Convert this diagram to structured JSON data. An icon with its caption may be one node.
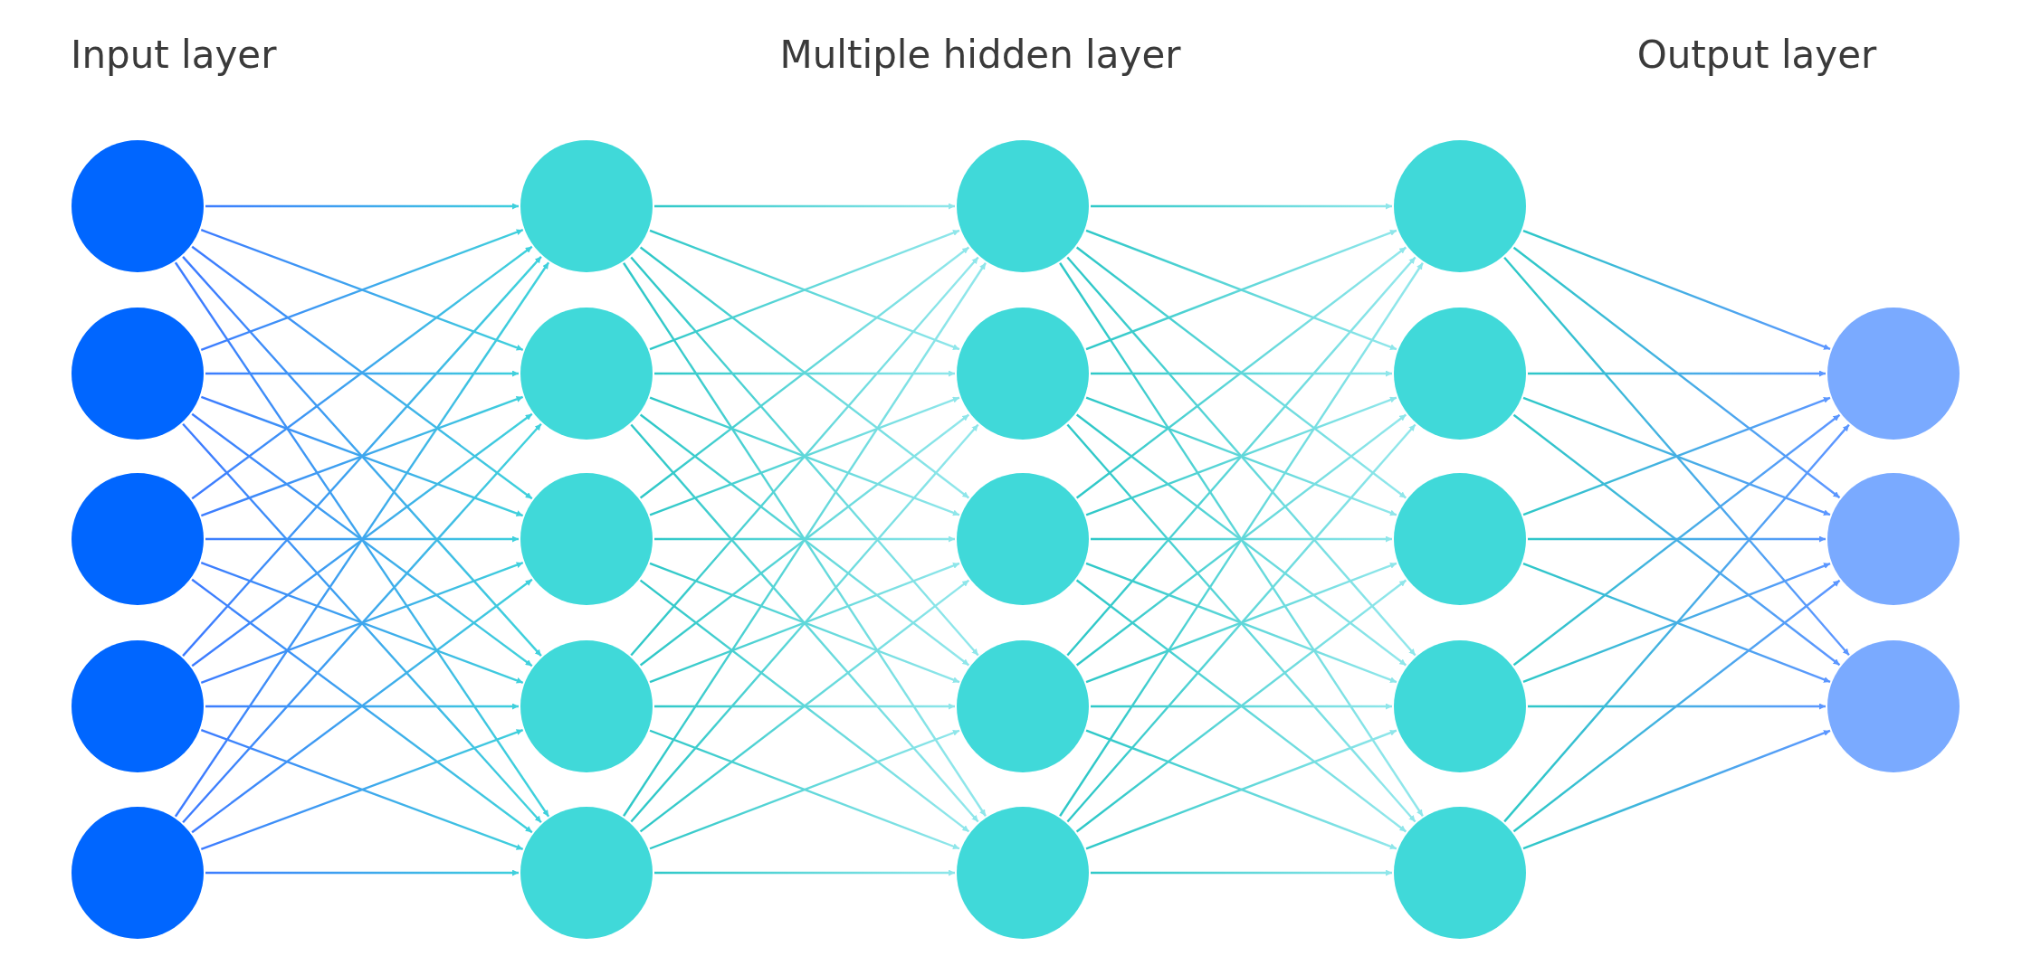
{
  "diagram": {
    "nodes": [
      {
        "text": [],
        "shape": "circle"
      },
      {
        "text": [],
        "shape": "circle"
      },
      {
        "text": [],
        "shape": "circle"
      },
      {
        "text": [],
        "shape": "circle"
      },
      {
        "text": [],
        "shape": "circle"
      },
      {
        "text": [],
        "shape": "circle"
      },
      {
        "text": [],
        "shape": "circle"
      },
      {
        "text": [],
        "shape": "circle"
      },
      {
        "text": [],
        "shape": "circle"
      },
      {
        "text": [],
        "shape": "circle"
      },
      {
        "text": [],
        "shape": "circle"
      },
      {
        "text": [],
        "shape": "circle"
      },
      {
        "text": [],
        "shape": "circle"
      },
      {
        "text": [],
        "shape": "circle"
      },
      {
        "text": [],
        "shape": "circle"
      },
      {
        "text": [],
        "shape": "circle"
      },
      {
        "text": [],
        "shape": "circle"
      },
      {
        "text": [],
        "shape": "circle"
      },
      {
        "text": [],
        "shape": "circle"
      },
      {
        "text": [],
        "shape": "circle"
      },
      {
        "text": [],
        "shape": "circle"
      },
      {
        "text": [],
        "shape": "circle"
      },
      {
        "text": [],
        "shape": "circle"
      }
    ],
    "edges": [
      {
        "from": 0,
        "to": 5,
        "arrow": "to"
      },
      {
        "from": 0,
        "to": 6,
        "arrow": "to"
      },
      {
        "from": 0,
        "to": 7,
        "arrow": "to"
      },
      {
        "from": 0,
        "to": 8,
        "arrow": "to"
      },
      {
        "from": 0,
        "to": 9,
        "arrow": "to"
      },
      {
        "from": 1,
        "to": 5,
        "arrow": "to"
      },
      {
        "from": 1,
        "to": 6,
        "arrow": "to"
      },
      {
        "from": 1,
        "to": 7,
        "arrow": "to"
      },
      {
        "from": 1,
        "to": 8,
        "arrow": "to"
      },
      {
        "from": 1,
        "to": 9,
        "arrow": "to"
      },
      {
        "from": 2,
        "to": 5,
        "arrow": "to"
      },
      {
        "from": 2,
        "to": 6,
        "arrow": "to"
      },
      {
        "from": 2,
        "to": 7,
        "arrow": "to"
      },
      {
        "from": 2,
        "to": 8,
        "arrow": "to"
      },
      {
        "from": 2,
        "to": 9,
        "arrow": "to"
      },
      {
        "from": 3,
        "to": 5,
        "arrow": "to"
      },
      {
        "from": 3,
        "to": 6,
        "arrow": "to"
      },
      {
        "from": 3,
        "to": 7,
        "arrow": "to"
      },
      {
        "from": 3,
        "to": 8,
        "arrow": "to"
      },
      {
        "from": 3,
        "to": 9,
        "arrow": "to"
      },
      {
        "from": 4,
        "to": 5,
        "arrow": "to"
      },
      {
        "from": 4,
        "to": 6,
        "arrow": "to"
      },
      {
        "from": 4,
        "to": 7,
        "arrow": "to"
      },
      {
        "from": 4,
        "to": 8,
        "arrow": "to"
      },
      {
        "from": 4,
        "to": 9,
        "arrow": "to"
      },
      {
        "from": 5,
        "to": 10,
        "arrow": "to"
      },
      {
        "from": 5,
        "to": 11,
        "arrow": "to"
      },
      {
        "from": 5,
        "to": 12,
        "arrow": "to"
      },
      {
        "from": 5,
        "to": 13,
        "arrow": "to"
      },
      {
        "from": 5,
        "to": 14,
        "arrow": "to"
      },
      {
        "from": 6,
        "to": 10,
        "arrow": "to"
      },
      {
        "from": 6,
        "to": 11,
        "arrow": "to"
      },
      {
        "from": 6,
        "to": 12,
        "arrow": "to"
      },
      {
        "from": 6,
        "to": 13,
        "arrow": "to"
      },
      {
        "from": 6,
        "to": 14,
        "arrow": "to"
      },
      {
        "from": 7,
        "to": 10,
        "arrow": "to"
      },
      {
        "from": 7,
        "to": 11,
        "arrow": "to"
      },
      {
        "from": 7,
        "to": 12,
        "arrow": "to"
      },
      {
        "from": 7,
        "to": 13,
        "arrow": "to"
      },
      {
        "from": 7,
        "to": 14,
        "arrow": "to"
      },
      {
        "from": 8,
        "to": 10,
        "arrow": "to"
      },
      {
        "from": 8,
        "to": 11,
        "arrow": "to"
      },
      {
        "from": 8,
        "to": 12,
        "arrow": "to"
      },
      {
        "from": 8,
        "to": 13,
        "arrow": "to"
      },
      {
        "from": 8,
        "to": 14,
        "arrow": "to"
      },
      {
        "from": 9,
        "to": 10,
        "arrow": "to"
      },
      {
        "from": 9,
        "to": 11,
        "arrow": "to"
      },
      {
        "from": 9,
        "to": 12,
        "arrow": "to"
      },
      {
        "from": 9,
        "to": 13,
        "arrow": "to"
      },
      {
        "from": 9,
        "to": 14,
        "arrow": "to"
      },
      {
        "from": 10,
        "to": 15,
        "arrow": "to"
      },
      {
        "from": 10,
        "to": 16,
        "arrow": "to"
      },
      {
        "from": 10,
        "to": 17,
        "arrow": "to"
      },
      {
        "from": 10,
        "to": 18,
        "arrow": "to"
      },
      {
        "from": 10,
        "to": 19,
        "arrow": "to"
      },
      {
        "from": 11,
        "to": 15,
        "arrow": "to"
      },
      {
        "from": 11,
        "to": 16,
        "arrow": "to"
      },
      {
        "from": 11,
        "to": 17,
        "arrow": "to"
      },
      {
        "from": 11,
        "to": 18,
        "arrow": "to"
      },
      {
        "from": 11,
        "to": 19,
        "arrow": "to"
      },
      {
        "from": 12,
        "to": 15,
        "arrow": "to"
      },
      {
        "from": 12,
        "to": 16,
        "arrow": "to"
      },
      {
        "from": 12,
        "to": 17,
        "arrow": "to"
      },
      {
        "from": 12,
        "to": 18,
        "arrow": "to"
      },
      {
        "from": 12,
        "to": 19,
        "arrow": "to"
      },
      {
        "from": 13,
        "to": 15,
        "arrow": "to"
      },
      {
        "from": 13,
        "to": 16,
        "arrow": "to"
      },
      {
        "from": 13,
        "to": 17,
        "arrow": "to"
      },
      {
        "from": 13,
        "to": 18,
        "arrow": "to"
      },
      {
        "from": 13,
        "to": 19,
        "arrow": "to"
      },
      {
        "from": 14,
        "to": 15,
        "arrow": "to"
      },
      {
        "from": 14,
        "to": 16,
        "arrow": "to"
      },
      {
        "from": 14,
        "to": 17,
        "arrow": "to"
      },
      {
        "from": 14,
        "to": 18,
        "arrow": "to"
      },
      {
        "from": 14,
        "to": 19,
        "arrow": "to"
      },
      {
        "from": 15,
        "to": 20,
        "arrow": "to"
      },
      {
        "from": 15,
        "to": 21,
        "arrow": "to"
      },
      {
        "from": 15,
        "to": 22,
        "arrow": "to"
      },
      {
        "from": 16,
        "to": 20,
        "arrow": "to"
      },
      {
        "from": 16,
        "to": 21,
        "arrow": "to"
      },
      {
        "from": 16,
        "to": 22,
        "arrow": "to"
      },
      {
        "from": 17,
        "to": 20,
        "arrow": "to"
      },
      {
        "from": 17,
        "to": 21,
        "arrow": "to"
      },
      {
        "from": 17,
        "to": 22,
        "arrow": "to"
      },
      {
        "from": 18,
        "to": 20,
        "arrow": "to"
      },
      {
        "from": 18,
        "to": 21,
        "arrow": "to"
      },
      {
        "from": 18,
        "to": 22,
        "arrow": "to"
      },
      {
        "from": 19,
        "to": 20,
        "arrow": "to"
      },
      {
        "from": 19,
        "to": 21,
        "arrow": "to"
      },
      {
        "from": 19,
        "to": 22,
        "arrow": "to"
      }
    ],
    "labels": [
      "Input layer",
      "Multiple hidden layer",
      "Output layer"
    ]
  }
}
